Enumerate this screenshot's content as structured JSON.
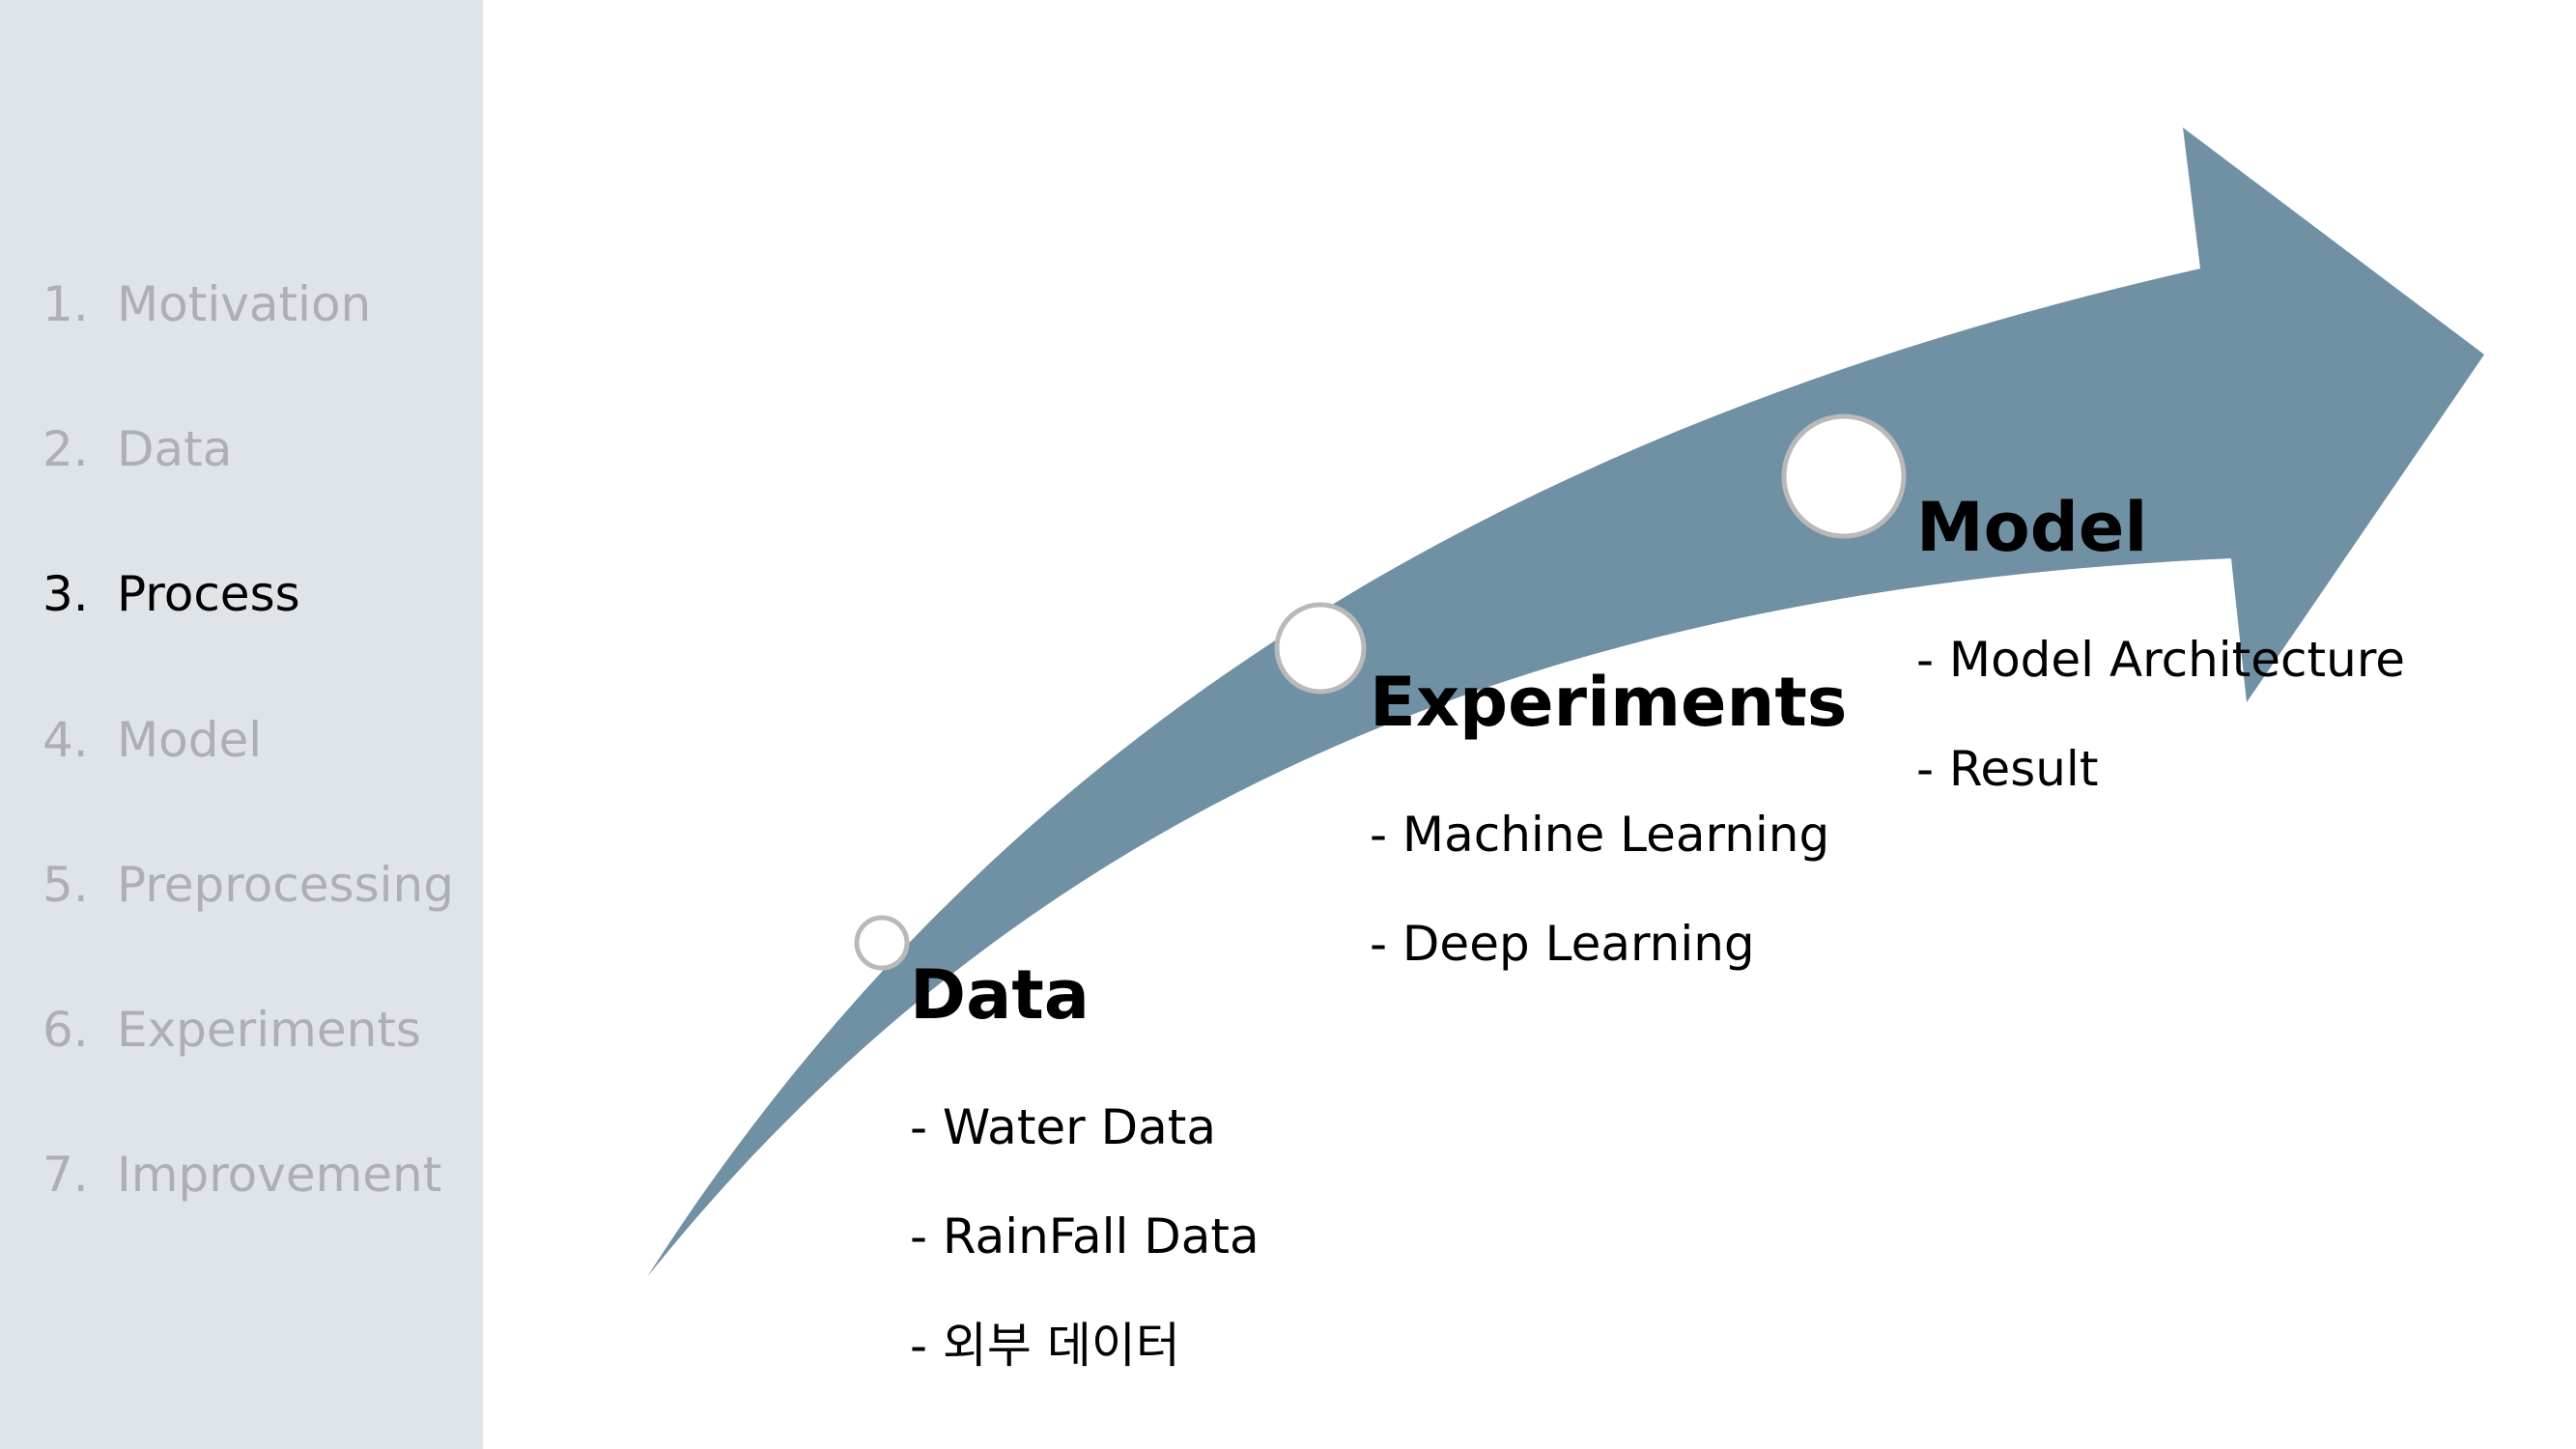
{
  "sidebar": {
    "items": [
      {
        "num": "1.",
        "label": "Motivation"
      },
      {
        "num": "2.",
        "label": "Data"
      },
      {
        "num": "3.",
        "label": "Process"
      },
      {
        "num": "4.",
        "label": "Model"
      },
      {
        "num": "5.",
        "label": "Preprocessing"
      },
      {
        "num": "6.",
        "label": "Experiments"
      },
      {
        "num": "7.",
        "label": "Improvement"
      }
    ],
    "active_index": 2
  },
  "process": {
    "stages": [
      {
        "title": "Data",
        "items": [
          "- Water Data",
          "- RainFall Data",
          "- 외부 데이터"
        ]
      },
      {
        "title": "Experiments",
        "items": [
          "- Machine Learning",
          "- Deep Learning"
        ]
      },
      {
        "title": "Model",
        "items": [
          "- Model Architecture",
          "- Result"
        ]
      }
    ]
  },
  "colors": {
    "sidebar_bg": "#dfe4e9",
    "arrow": "#7090a4",
    "inactive_text": "#acb0b4",
    "active_text": "#000000"
  }
}
